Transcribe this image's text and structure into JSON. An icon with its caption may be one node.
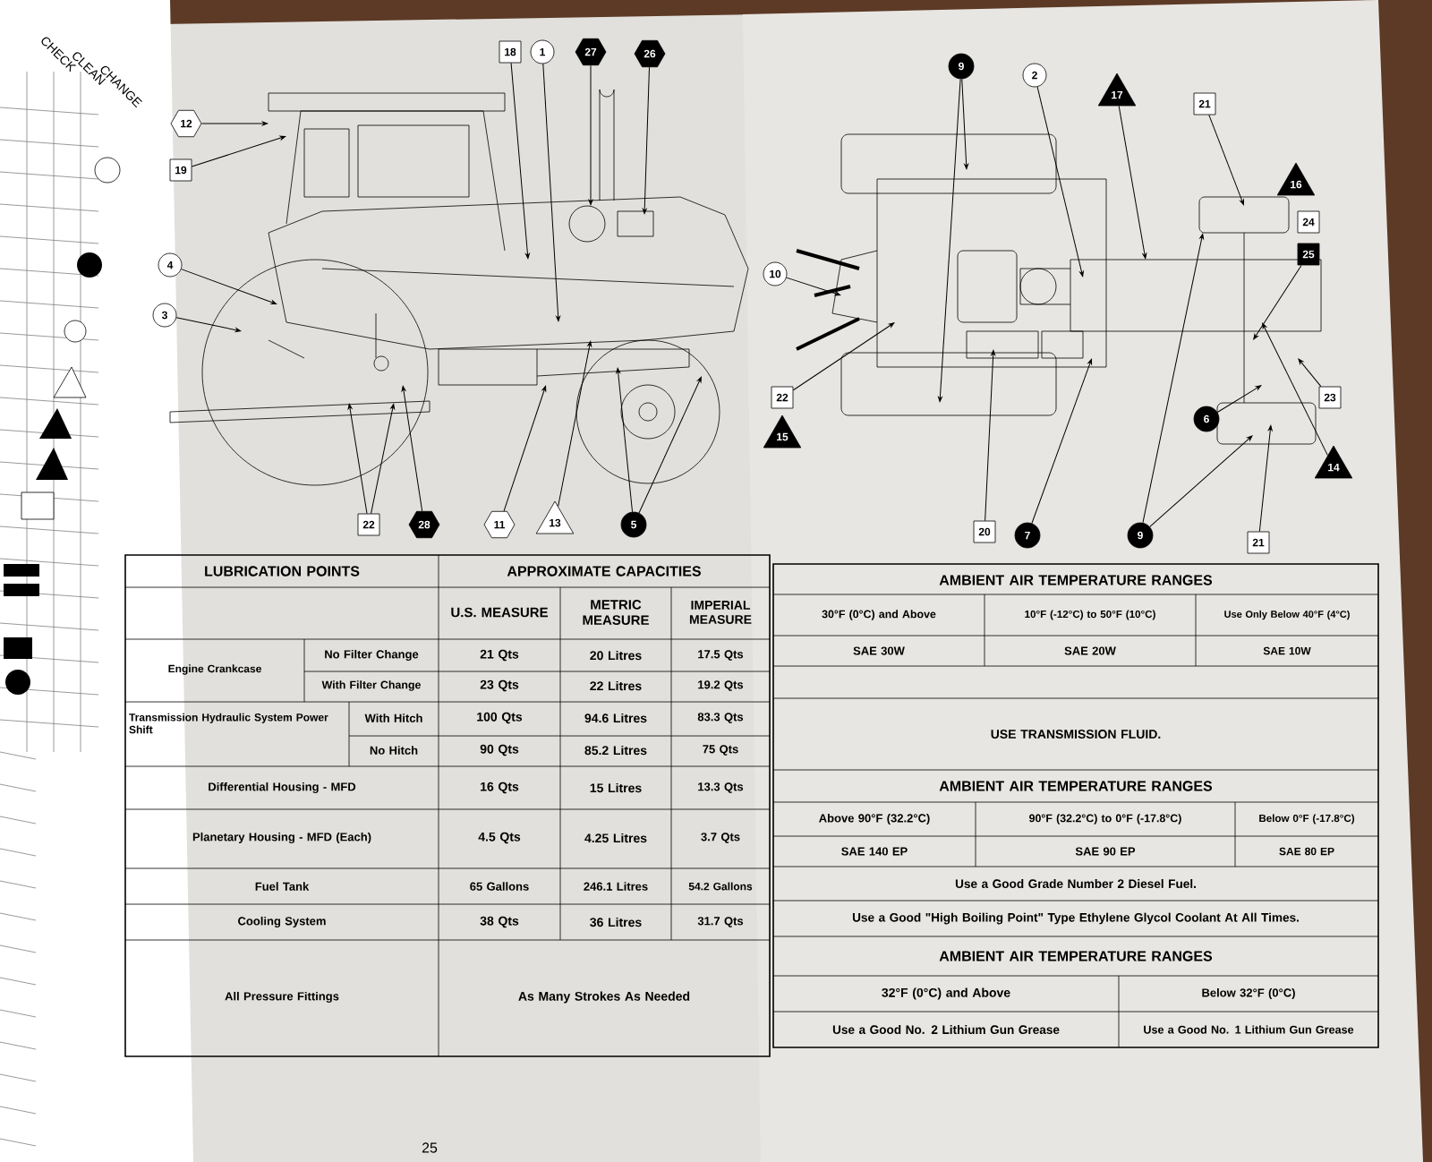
{
  "diagram": {
    "nodes": [
      {
        "text": [
          "12"
        ]
      },
      {
        "text": [
          "19"
        ]
      },
      {
        "text": [
          "4"
        ]
      },
      {
        "text": [
          "3"
        ]
      },
      {
        "text": [
          "18"
        ]
      },
      {
        "text": [
          "1"
        ]
      },
      {
        "text": [
          "27"
        ]
      },
      {
        "text": [
          "26"
        ]
      },
      {
        "text": [
          "22"
        ]
      },
      {
        "text": [
          "28"
        ]
      },
      {
        "text": [
          "11"
        ]
      },
      {
        "text": [
          "13"
        ]
      },
      {
        "text": [
          "5"
        ]
      },
      {
        "text": [
          "9"
        ]
      },
      {
        "text": [
          "2"
        ]
      },
      {
        "text": [
          "17"
        ]
      },
      {
        "text": [
          "21"
        ]
      },
      {
        "text": [
          "16"
        ]
      },
      {
        "text": [
          "24"
        ]
      },
      {
        "text": [
          "25"
        ]
      },
      {
        "text": [
          "10"
        ]
      },
      {
        "text": [
          "22"
        ]
      },
      {
        "text": [
          "15"
        ]
      },
      {
        "text": [
          "6"
        ]
      },
      {
        "text": [
          "23"
        ]
      },
      {
        "text": [
          "14"
        ]
      },
      {
        "text": [
          "20"
        ]
      },
      {
        "text": [
          "7"
        ]
      },
      {
        "text": [
          "9"
        ]
      },
      {
        "text": [
          "21"
        ]
      }
    ],
    "edges": [
      {
        "from": 0,
        "to": null,
        "arrow": "to"
      },
      {
        "from": 1,
        "to": null,
        "arrow": "to"
      },
      {
        "from": 2,
        "to": null,
        "arrow": "to"
      },
      {
        "from": 3,
        "to": null,
        "arrow": "to"
      },
      {
        "from": 4,
        "to": null,
        "arrow": "to"
      },
      {
        "from": 5,
        "to": null,
        "arrow": "to"
      },
      {
        "from": 6,
        "to": null,
        "arrow": "to"
      },
      {
        "from": 7,
        "to": null,
        "arrow": "to"
      },
      {
        "from": 8,
        "to": null,
        "arrow": "to"
      },
      {
        "from": 8,
        "to": null,
        "arrow": "to"
      },
      {
        "from": 9,
        "to": null,
        "arrow": "to"
      },
      {
        "from": 10,
        "to": null,
        "arrow": "to"
      },
      {
        "from": 11,
        "to": null,
        "arrow": "to"
      },
      {
        "from": 12,
        "to": null,
        "arrow": "to"
      },
      {
        "from": 12,
        "to": null,
        "arrow": "to"
      },
      {
        "from": 13,
        "to": null,
        "arrow": "to"
      },
      {
        "from": 13,
        "to": null,
        "arrow": "to"
      },
      {
        "from": 14,
        "to": null,
        "arrow": "to"
      },
      {
        "from": 15,
        "to": null,
        "arrow": "to"
      },
      {
        "from": 16,
        "to": null,
        "arrow": "to"
      },
      {
        "from": 19,
        "to": null,
        "arrow": "to"
      },
      {
        "from": 20,
        "to": null,
        "arrow": "to"
      },
      {
        "from": 21,
        "to": null,
        "arrow": "to"
      },
      {
        "from": 23,
        "to": null,
        "arrow": "to"
      },
      {
        "from": 24,
        "to": null,
        "arrow": "to"
      },
      {
        "from": 25,
        "to": null,
        "arrow": "to"
      },
      {
        "from": 26,
        "to": null,
        "arrow": "to"
      },
      {
        "from": 27,
        "to": null,
        "arrow": "to"
      },
      {
        "from": 28,
        "to": null,
        "arrow": "to"
      },
      {
        "from": 28,
        "to": null,
        "arrow": "to"
      },
      {
        "from": 29,
        "to": null,
        "arrow": "to"
      }
    ],
    "labels": [
      "LUBRICATION POINTS",
      "APPROXIMATE CAPACITIES",
      "U.S. MEASURE",
      "METRIC MEASURE",
      "IMPERIAL MEASURE",
      "Engine Crankcase",
      "No Filter Change",
      "21 Qts",
      "20 Litres",
      "17.5 Qts",
      "With Filter Change",
      "23 Qts",
      "22 Litres",
      "19.2 Qts",
      "Transmission Hydraulic System Power Shift",
      "With Hitch",
      "100 Qts",
      "94.6 Litres",
      "83.3 Qts",
      "No Hitch",
      "90 Qts",
      "85.2 Litres",
      "75 Qts",
      "Differential Housing - MFD",
      "16 Qts",
      "15 Litres",
      "13.3 Qts",
      "Planetary Housing - MFD (Each)",
      "4.5 Qts",
      "4.25 Litres",
      "3.7 Qts",
      "Fuel Tank",
      "65 Gallons",
      "246.1 Litres",
      "54.2 Gallons",
      "Cooling System",
      "38 Qts",
      "36 Litres",
      "31.7 Qts",
      "All Pressure Fittings",
      "As Many Strokes As Needed",
      "AMBIENT AIR TEMPERATURE RANGES",
      "30°F (0°C) and Above",
      "10°F (-12°C) to 50°F (10°C)",
      "Use Only Below 40°F (4°C)",
      "SAE 30W",
      "SAE 20W",
      "SAE 10W",
      "USE TRANSMISSION FLUID.",
      "AMBIENT AIR TEMPERATURE RANGES",
      "Above 90°F (32.2°C)",
      "90°F (32.2°C) to 0°F (-17.8°C)",
      "Below 0°F (-17.8°C)",
      "SAE 140 EP",
      "SAE 90 EP",
      "SAE 80 EP",
      "Use a Good Grade Number 2 Diesel Fuel.",
      "Use a Good \"High Boiling Point\" Type Ethylene Glycol Coolant At All Times.",
      "AMBIENT AIR TEMPERATURE RANGES",
      "32°F (0°C) and Above",
      "Below 32°F (0°C)",
      "Use a Good No. 2 Lithium Gun Grease",
      "Use a Good No. 1 Lithium Gun Grease",
      "CHECK",
      "CLEAN",
      "CHANGE",
      "25"
    ]
  }
}
